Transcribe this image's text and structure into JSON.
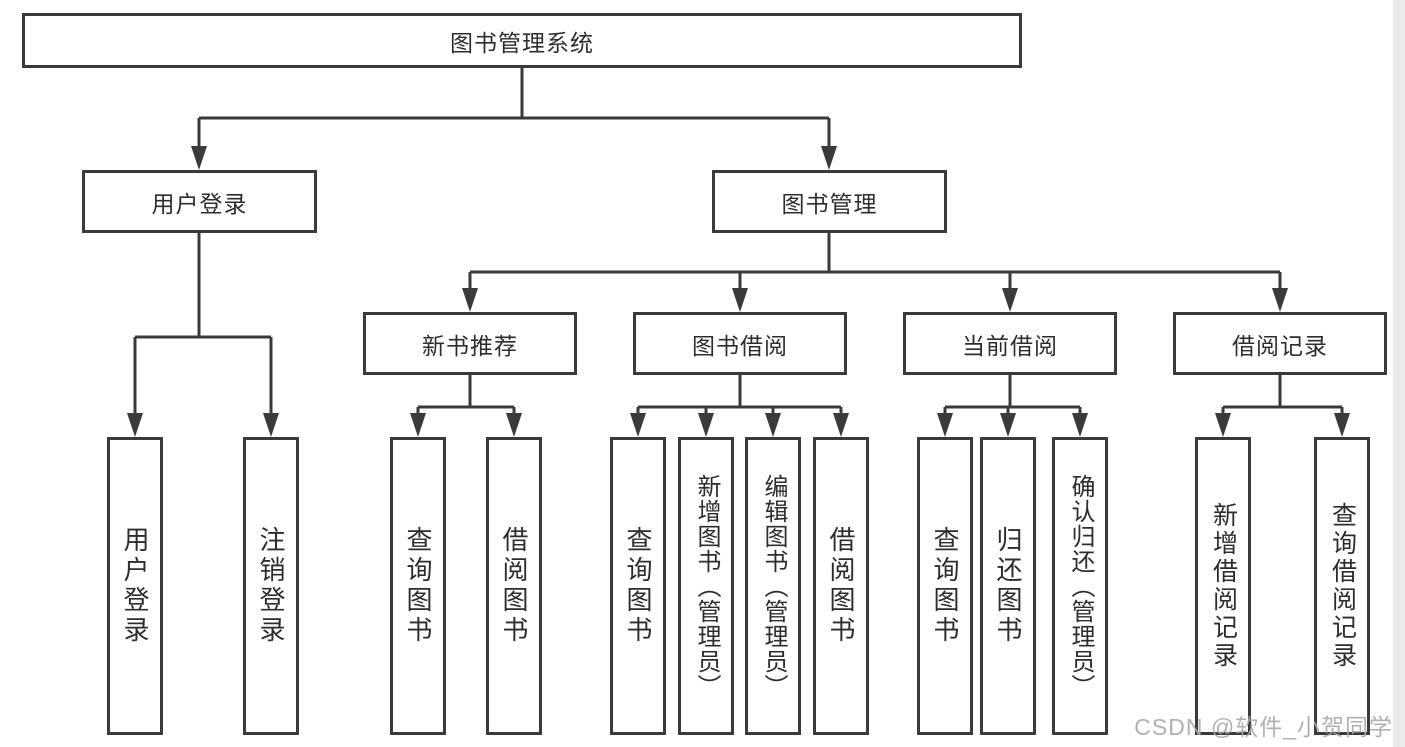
{
  "watermark": "CSDN @软件_小贺同学",
  "nodes": {
    "root": "图书管理系统",
    "login": {
      "label": "用户登录",
      "children": [
        "用户登录",
        "注销登录"
      ]
    },
    "manage": {
      "label": "图书管理",
      "sections": [
        {
          "label": "新书推荐",
          "children": [
            "查询图书",
            "借阅图书"
          ]
        },
        {
          "label": "图书借阅",
          "children": [
            "查询图书",
            "新增图书（管理员）",
            "编辑图书（管理员）",
            "借阅图书"
          ]
        },
        {
          "label": "当前借阅",
          "children": [
            "查询图书",
            "归还图书",
            "确认归还（管理员）"
          ]
        },
        {
          "label": "借阅记录",
          "children": [
            "新增借阅记录",
            "查询借阅记录"
          ]
        }
      ]
    }
  },
  "colors": {
    "line": "#3a3a3a",
    "text": "#2d2d2d",
    "watermark": "#a8a8a8",
    "background": "#ffffff"
  }
}
